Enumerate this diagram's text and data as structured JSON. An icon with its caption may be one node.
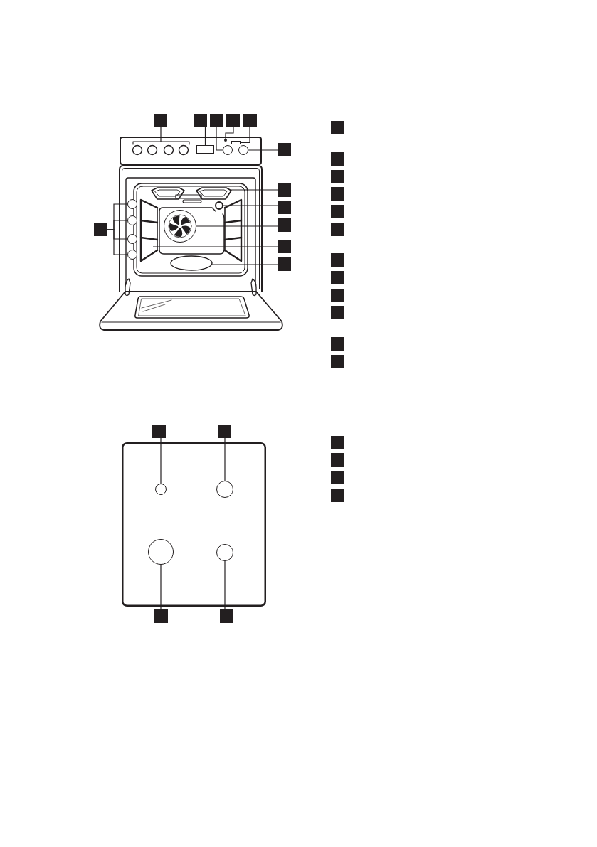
{
  "diagram": {
    "nodes": [
      {
        "text": [],
        "shape": "box"
      },
      {
        "text": [],
        "shape": "box"
      },
      {
        "text": [],
        "shape": "box"
      },
      {
        "text": [],
        "shape": "box"
      },
      {
        "text": [],
        "shape": "box"
      },
      {
        "text": [],
        "shape": "box"
      },
      {
        "text": [],
        "shape": "box"
      },
      {
        "text": [],
        "shape": "box"
      },
      {
        "text": [],
        "shape": "box"
      },
      {
        "text": [],
        "shape": "box"
      },
      {
        "text": [],
        "shape": "box"
      },
      {
        "text": [],
        "shape": "box"
      },
      {
        "text": [],
        "shape": "circle"
      },
      {
        "text": [],
        "shape": "circle"
      },
      {
        "text": [],
        "shape": "circle"
      },
      {
        "text": [],
        "shape": "circle"
      },
      {
        "text": [],
        "shape": "box"
      },
      {
        "text": [],
        "shape": "box"
      },
      {
        "text": [],
        "shape": "box"
      },
      {
        "text": [],
        "shape": "box"
      },
      {
        "text": [],
        "shape": "box"
      },
      {
        "text": [],
        "shape": "box"
      },
      {
        "text": [],
        "shape": "box"
      },
      {
        "text": [],
        "shape": "box"
      },
      {
        "text": [],
        "shape": "box"
      },
      {
        "text": [],
        "shape": "box"
      },
      {
        "text": [],
        "shape": "box"
      },
      {
        "text": [],
        "shape": "box"
      },
      {
        "text": [],
        "shape": "box"
      },
      {
        "text": [],
        "shape": "box"
      },
      {
        "text": [],
        "shape": "circle"
      },
      {
        "text": [],
        "shape": "circle"
      },
      {
        "text": [],
        "shape": "circle"
      },
      {
        "text": [],
        "shape": "circle"
      },
      {
        "text": [],
        "shape": "box"
      },
      {
        "text": [],
        "shape": "box"
      },
      {
        "text": [],
        "shape": "box"
      },
      {
        "text": [],
        "shape": "box"
      },
      {
        "text": [],
        "shape": "box"
      },
      {
        "text": [],
        "shape": "box"
      },
      {
        "text": [],
        "shape": "box"
      },
      {
        "text": [],
        "shape": "circle"
      },
      {
        "text": [],
        "shape": "dot"
      },
      {
        "text": [],
        "shape": "bar"
      },
      {
        "text": [],
        "shape": "circle"
      },
      {
        "text": [],
        "shape": "circle"
      },
      {
        "text": [],
        "shape": "circle"
      }
    ],
    "edges": [
      {
        "from": 0,
        "to": null,
        "arrow": "none"
      },
      {
        "from": 1,
        "to": 40,
        "arrow": "none"
      },
      {
        "from": 2,
        "to": 41,
        "arrow": "none"
      },
      {
        "from": 3,
        "to": 42,
        "arrow": "none"
      },
      {
        "from": 4,
        "to": 43,
        "arrow": "none"
      },
      {
        "from": 5,
        "to": 44,
        "arrow": "none"
      },
      {
        "from": 6,
        "to": null,
        "arrow": "none"
      },
      {
        "from": 7,
        "to": 45,
        "arrow": "none"
      },
      {
        "from": 8,
        "to": 46,
        "arrow": "none"
      },
      {
        "from": 9,
        "to": null,
        "arrow": "none"
      },
      {
        "from": 10,
        "to": null,
        "arrow": "none"
      },
      {
        "from": 11,
        "to": 12,
        "arrow": "none"
      },
      {
        "from": 11,
        "to": 13,
        "arrow": "none"
      },
      {
        "from": 11,
        "to": 14,
        "arrow": "none"
      },
      {
        "from": 11,
        "to": 15,
        "arrow": "none"
      },
      {
        "from": 28,
        "to": 30,
        "arrow": "none"
      },
      {
        "from": 29,
        "to": 31,
        "arrow": "none"
      },
      {
        "from": 34,
        "to": 32,
        "arrow": "none"
      },
      {
        "from": 35,
        "to": 33,
        "arrow": "none"
      }
    ]
  }
}
